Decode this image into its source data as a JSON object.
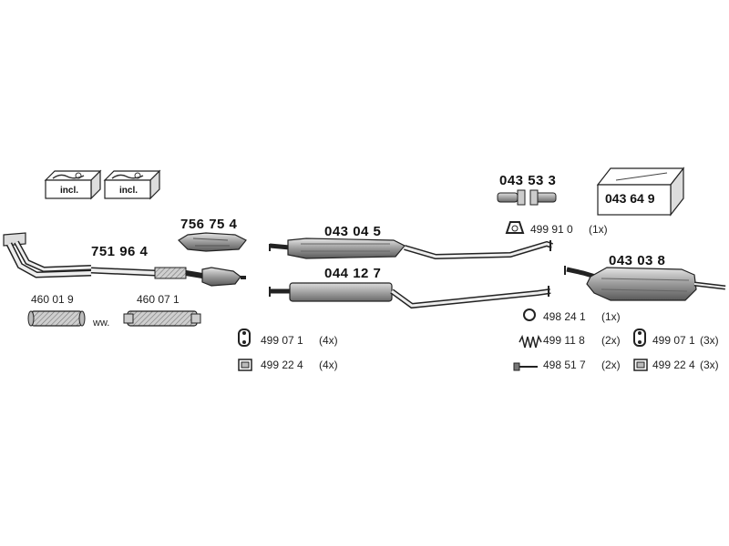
{
  "parts": {
    "downpipe": "751 96 4",
    "catalyst": "756 75 4",
    "front_box": "043 04 5",
    "middle_pipe": "044 12 7",
    "rear_box": "043 03 8",
    "connector": "043 53 3",
    "kit_box": "043 64 9",
    "flex_a": "460 01 9",
    "flex_b": "460 07 1"
  },
  "incl_labels": [
    "incl.",
    "incl."
  ],
  "ww_label": "ww.",
  "accessories_left": [
    {
      "code": "499 07 1",
      "qty": "(4x)",
      "icon": "rubber-hanger-icon"
    },
    {
      "code": "499 22 4",
      "qty": "(4x)",
      "icon": "mounting-pad-icon"
    }
  ],
  "accessories_right": [
    {
      "code": "499 91 0",
      "qty": "(1x)",
      "icon": "gasket-icon"
    },
    {
      "code": "498 24 1",
      "qty": "(1x)",
      "icon": "ring-icon"
    },
    {
      "code": "499 11 8",
      "qty": "(2x)",
      "icon": "spring-icon"
    },
    {
      "code": "498 51 7",
      "qty": "(2x)",
      "icon": "bolt-icon"
    },
    {
      "code": "499 07 1",
      "qty": "(3x)",
      "icon": "rubber-hanger-icon"
    },
    {
      "code": "499 22 4",
      "qty": "(3x)",
      "icon": "mounting-pad-icon"
    }
  ]
}
